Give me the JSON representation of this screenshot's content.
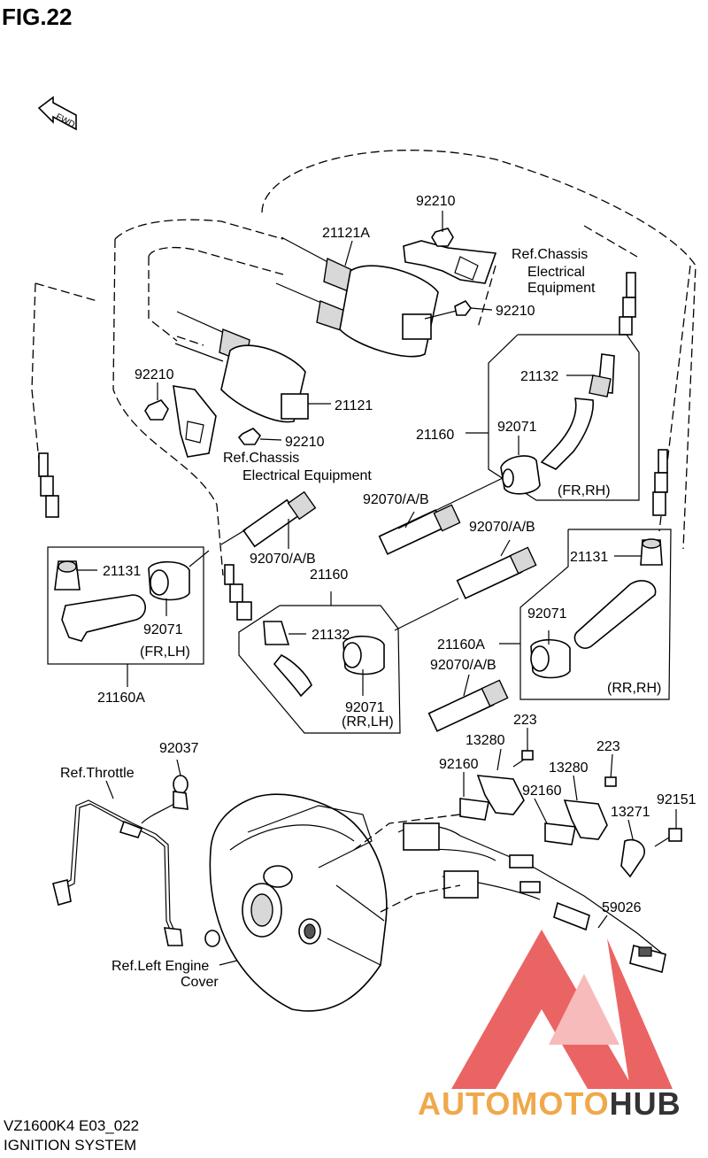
{
  "figure": {
    "title": "FIG.22",
    "fwd_label": "FWD"
  },
  "labels": {
    "l_92210_top": "92210",
    "l_21121A": "21121A",
    "l_ref_chassis_1a": "Ref.Chassis",
    "l_ref_chassis_1b": "Electrical",
    "l_ref_chassis_1c": "Equipment",
    "l_92210_right": "92210",
    "l_92210_left": "92210",
    "l_21121": "21121",
    "l_92210_mid": "92210",
    "l_ref_chassis_2a": "Ref.Chassis",
    "l_ref_chassis_2b": "Electrical Equipment",
    "l_21132_top": "21132",
    "l_21160_right": "21160",
    "l_92071_fr": "92071",
    "l_fr_rh": "(FR,RH)",
    "l_92070_1": "92070/A/B",
    "l_92070_2": "92070/A/B",
    "l_92070_3": "92070/A/B",
    "l_92070_4": "92070/A/B",
    "l_21131_left": "21131",
    "l_92071_left": "92071",
    "l_fr_lh": "(FR,LH)",
    "l_21160A_left": "21160A",
    "l_21160_mid": "21160",
    "l_21132_mid": "21132",
    "l_92071_mid": "92071",
    "l_rr_lh": "(RR,LH)",
    "l_21131_right": "21131",
    "l_92071_right": "92071",
    "l_21160A_right": "21160A",
    "l_rr_rh": "(RR,RH)",
    "l_223_a": "223",
    "l_13280_a": "13280",
    "l_92160_a": "92160",
    "l_223_b": "223",
    "l_13280_b": "13280",
    "l_92160_b": "92160",
    "l_92151": "92151",
    "l_13271": "13271",
    "l_59026": "59026",
    "l_92037": "92037",
    "l_ref_throttle": "Ref.Throttle",
    "l_ref_cover_a": "Ref.Left Engine",
    "l_ref_cover_b": "Cover"
  },
  "footer": {
    "code": "VZ1600K4 E03_022",
    "name": "IGNITION SYSTEM"
  },
  "watermark": {
    "part1": "AUTOMOTO",
    "part2": "HUB",
    "color1": "#f0a84a",
    "color2": "#333333",
    "logo_color": "#e84a4a"
  }
}
